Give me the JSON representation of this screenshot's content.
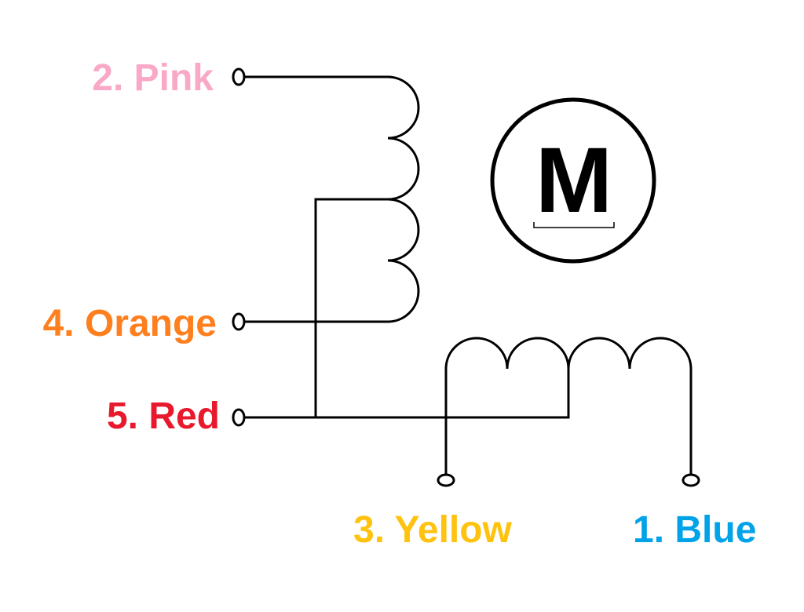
{
  "diagram": {
    "motor": {
      "symbol": "M"
    },
    "labels": {
      "pink": {
        "text": "2. Pink",
        "color": "#f9a8c7"
      },
      "orange": {
        "text": "4. Orange",
        "color": "#ff7f1e"
      },
      "red": {
        "text": "5. Red",
        "color": "#e8192c"
      },
      "yellow": {
        "text": "3. Yellow",
        "color": "#ffc20e"
      },
      "blue": {
        "text": "1. Blue",
        "color": "#00a2e8"
      }
    }
  }
}
